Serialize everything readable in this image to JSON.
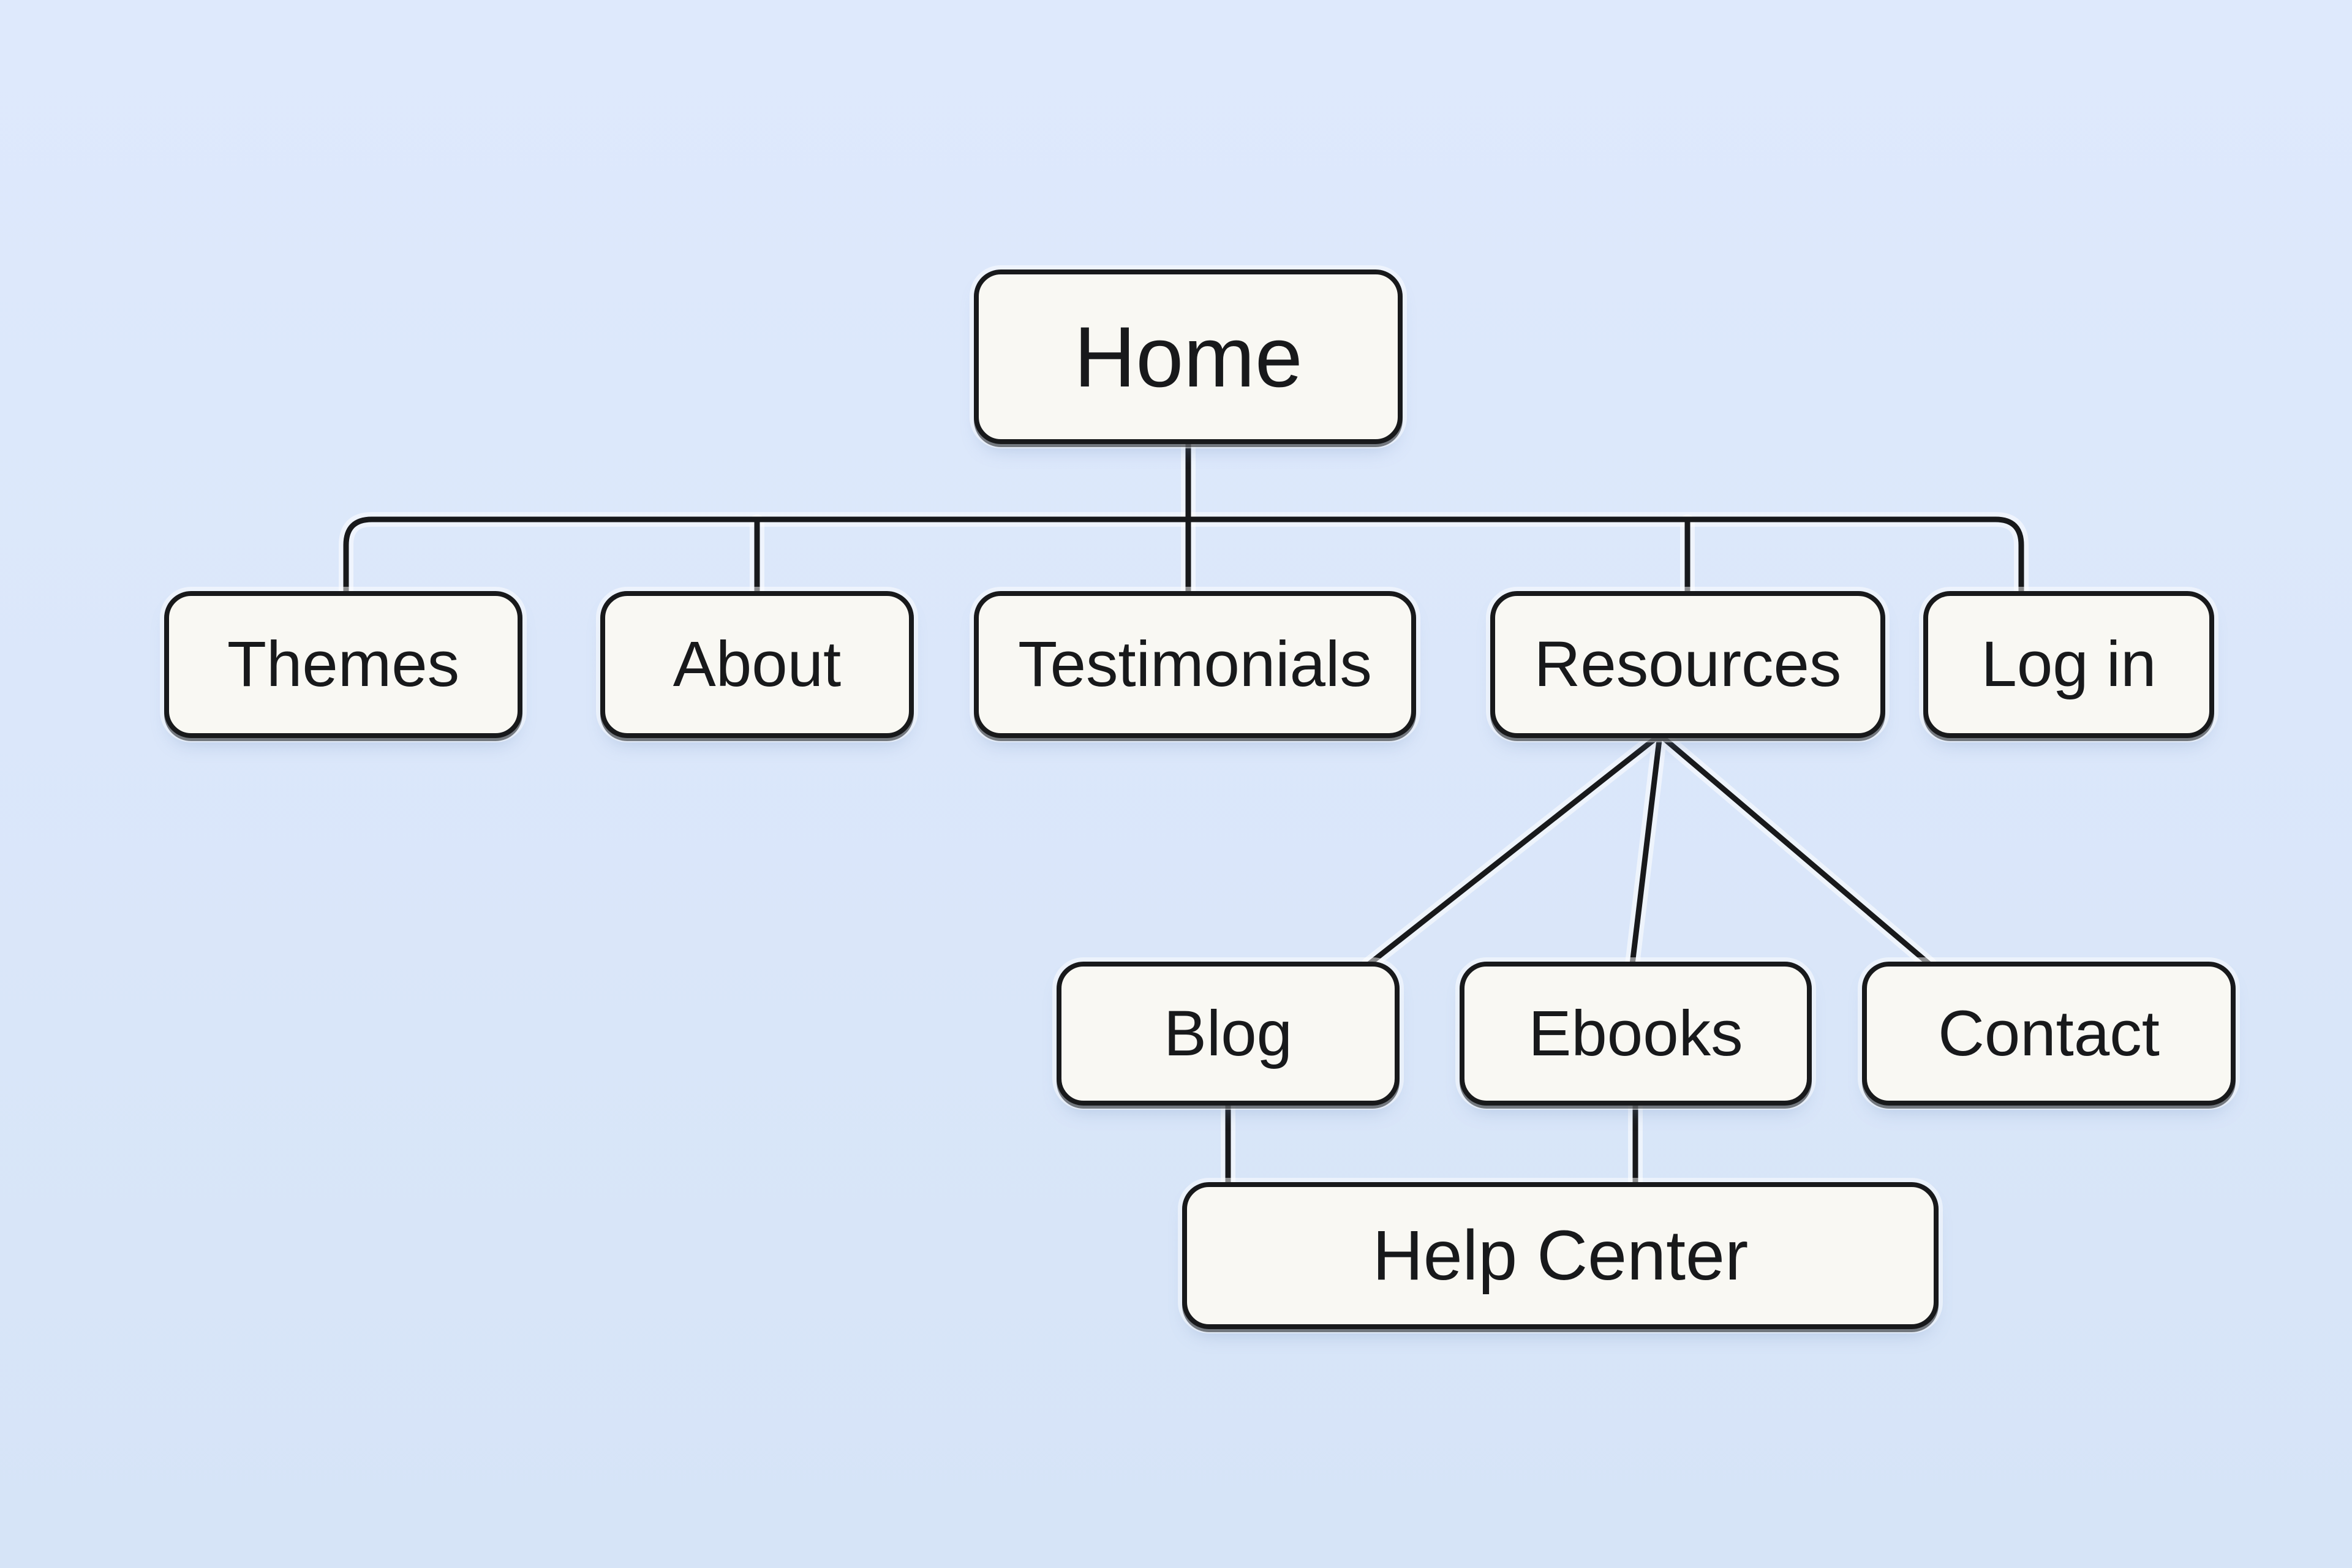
{
  "diagram": {
    "type": "sitemap-tree",
    "nodes": [
      {
        "id": "home",
        "label": "Home",
        "level": 0
      },
      {
        "id": "themes",
        "label": "Themes",
        "level": 1,
        "parent": "home"
      },
      {
        "id": "about",
        "label": "About",
        "level": 1,
        "parent": "home"
      },
      {
        "id": "testimonials",
        "label": "Testimonials",
        "level": 1,
        "parent": "home"
      },
      {
        "id": "resources",
        "label": "Resources",
        "level": 1,
        "parent": "home"
      },
      {
        "id": "login",
        "label": "Log in",
        "level": 1,
        "parent": "home"
      },
      {
        "id": "blog",
        "label": "Blog",
        "level": 2,
        "parent": "resources"
      },
      {
        "id": "ebooks",
        "label": "Ebooks",
        "level": 2,
        "parent": "resources"
      },
      {
        "id": "contact",
        "label": "Contact",
        "level": 2,
        "parent": "resources"
      },
      {
        "id": "help-center",
        "label": "Help Center",
        "level": 3,
        "parents": [
          "blog",
          "ebooks"
        ]
      }
    ],
    "edges": [
      [
        "home",
        "themes"
      ],
      [
        "home",
        "about"
      ],
      [
        "home",
        "testimonials"
      ],
      [
        "home",
        "resources"
      ],
      [
        "home",
        "login"
      ],
      [
        "resources",
        "blog"
      ],
      [
        "resources",
        "ebooks"
      ],
      [
        "resources",
        "contact"
      ],
      [
        "blog",
        "help-center"
      ],
      [
        "ebooks",
        "help-center"
      ]
    ],
    "colors": {
      "background_top": "#dee9fc",
      "background_bottom": "#d6e4f7",
      "node_fill": "#f9f8f3",
      "node_border": "#18191b",
      "connector": "#18191b",
      "text": "#18191b"
    }
  }
}
